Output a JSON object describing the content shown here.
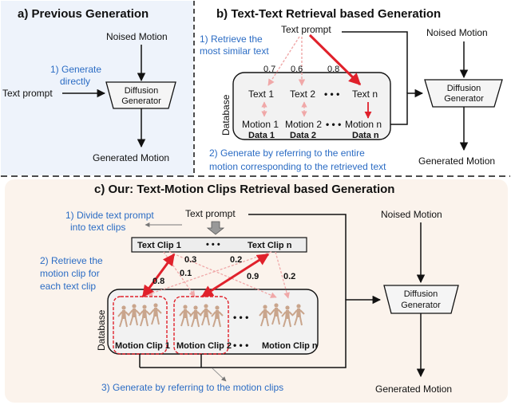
{
  "panel_a": {
    "title": "a) Previous Generation",
    "noised": "Noised Motion",
    "step1_line1": "1) Generate",
    "step1_line2": "directly",
    "text_prompt": "Text prompt",
    "generator_line1": "Diffusion",
    "generator_line2": "Generator",
    "generated": "Generated Motion"
  },
  "panel_b": {
    "title": "b) Text-Text Retrieval based Generation",
    "text_prompt": "Text prompt",
    "step1_line1": "1) Retrieve the",
    "step1_line2": "most similar text",
    "scores": [
      "0.7",
      "0.6",
      "0.8"
    ],
    "database_label": "Database",
    "texts": [
      "Text 1",
      "Text 2",
      "Text n"
    ],
    "motions": [
      "Motion 1",
      "Motion 2",
      "Motion n"
    ],
    "data": [
      "Data 1",
      "Data 2",
      "Data n"
    ],
    "ellipsis": "• • •",
    "noised": "Noised Motion",
    "generator_line1": "Diffusion",
    "generator_line2": "Generator",
    "generated": "Generated Motion",
    "step2_line1": "2) Generate by referring to the entire",
    "step2_line2": "motion corresponding to the retrieved text"
  },
  "panel_c": {
    "title": "c) Our: Text-Motion Clips Retrieval based Generation",
    "step1_line1": "1) Divide text prompt",
    "step1_line2": "into text clips",
    "text_prompt": "Text prompt",
    "text_clip_1": "Text Clip 1",
    "text_clip_n": "Text Clip n",
    "ellipsis": "• • •",
    "step2_line1": "2) Retrieve the",
    "step2_line2": "motion clip for",
    "step2_line3": "each text clip",
    "scores": [
      "0.3",
      "0.2",
      "0.1",
      "0.8",
      "0.9",
      "0.2"
    ],
    "database_label": "Database",
    "motion_clips": [
      "Motion Clip 1",
      "Motion Clip 2",
      "Motion Clip n"
    ],
    "noised": "Noised Motion",
    "generator_line1": "Diffusion",
    "generator_line2": "Generator",
    "generated": "Generated Motion",
    "step3": "3) Generate by referring to the motion clips"
  },
  "colors": {
    "panel_a_bg": "#eef3fb",
    "panel_c_bg": "#fbf3ec",
    "generator_fill": "#f5f5f5",
    "database_fill": "#f2f2f2",
    "step_text": "#2b6cc4",
    "highlight_arrow": "#e0212b",
    "faint_arrow": "#f0a8a8",
    "clip_box": "#e0212b"
  }
}
